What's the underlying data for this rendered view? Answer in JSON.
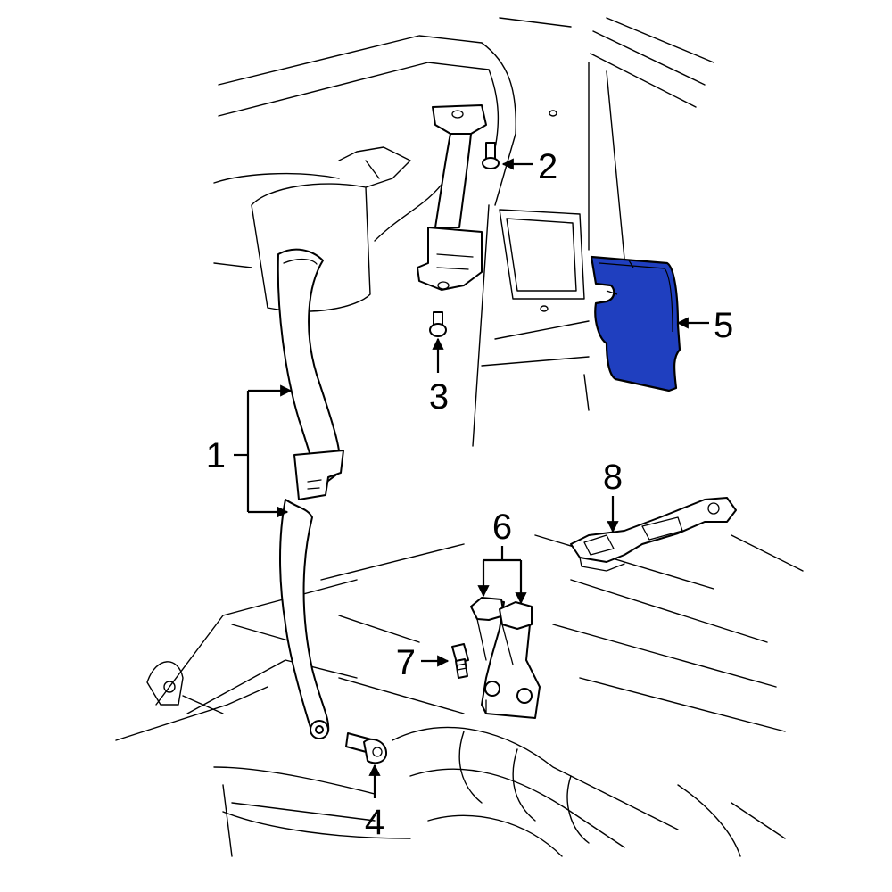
{
  "callouts": {
    "part_1": "1",
    "part_2": "2",
    "part_3": "3",
    "part_4": "4",
    "part_5": "5",
    "part_6": "6",
    "part_7": "7",
    "part_8": "8"
  },
  "colors": {
    "highlight": "#1f3fbf",
    "line": "#000000",
    "background": "#ffffff"
  }
}
